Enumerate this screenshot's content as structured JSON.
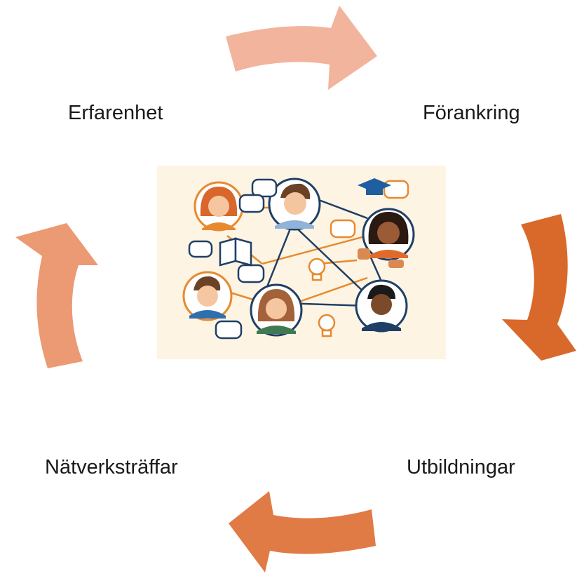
{
  "cycle": {
    "steps": [
      {
        "label": "Erfarenhet"
      },
      {
        "label": "Förankring"
      },
      {
        "label": "Utbildningar"
      },
      {
        "label": "Nätverksträffar"
      }
    ]
  },
  "colors": {
    "arrow_top": "#f2b49c",
    "arrow_right": "#d9692a",
    "arrow_bottom": "#e07b45",
    "arrow_left": "#eb9a73",
    "illustration_bg": "#fdf4e3",
    "line_orange": "#e8892e",
    "line_navy": "#1f3f66"
  },
  "illustration": {
    "icons": [
      "person-avatar-icon",
      "speech-bubble-icon",
      "graduation-cap-icon",
      "open-book-icon",
      "lightbulb-icon",
      "thumbs-up-icon"
    ]
  }
}
